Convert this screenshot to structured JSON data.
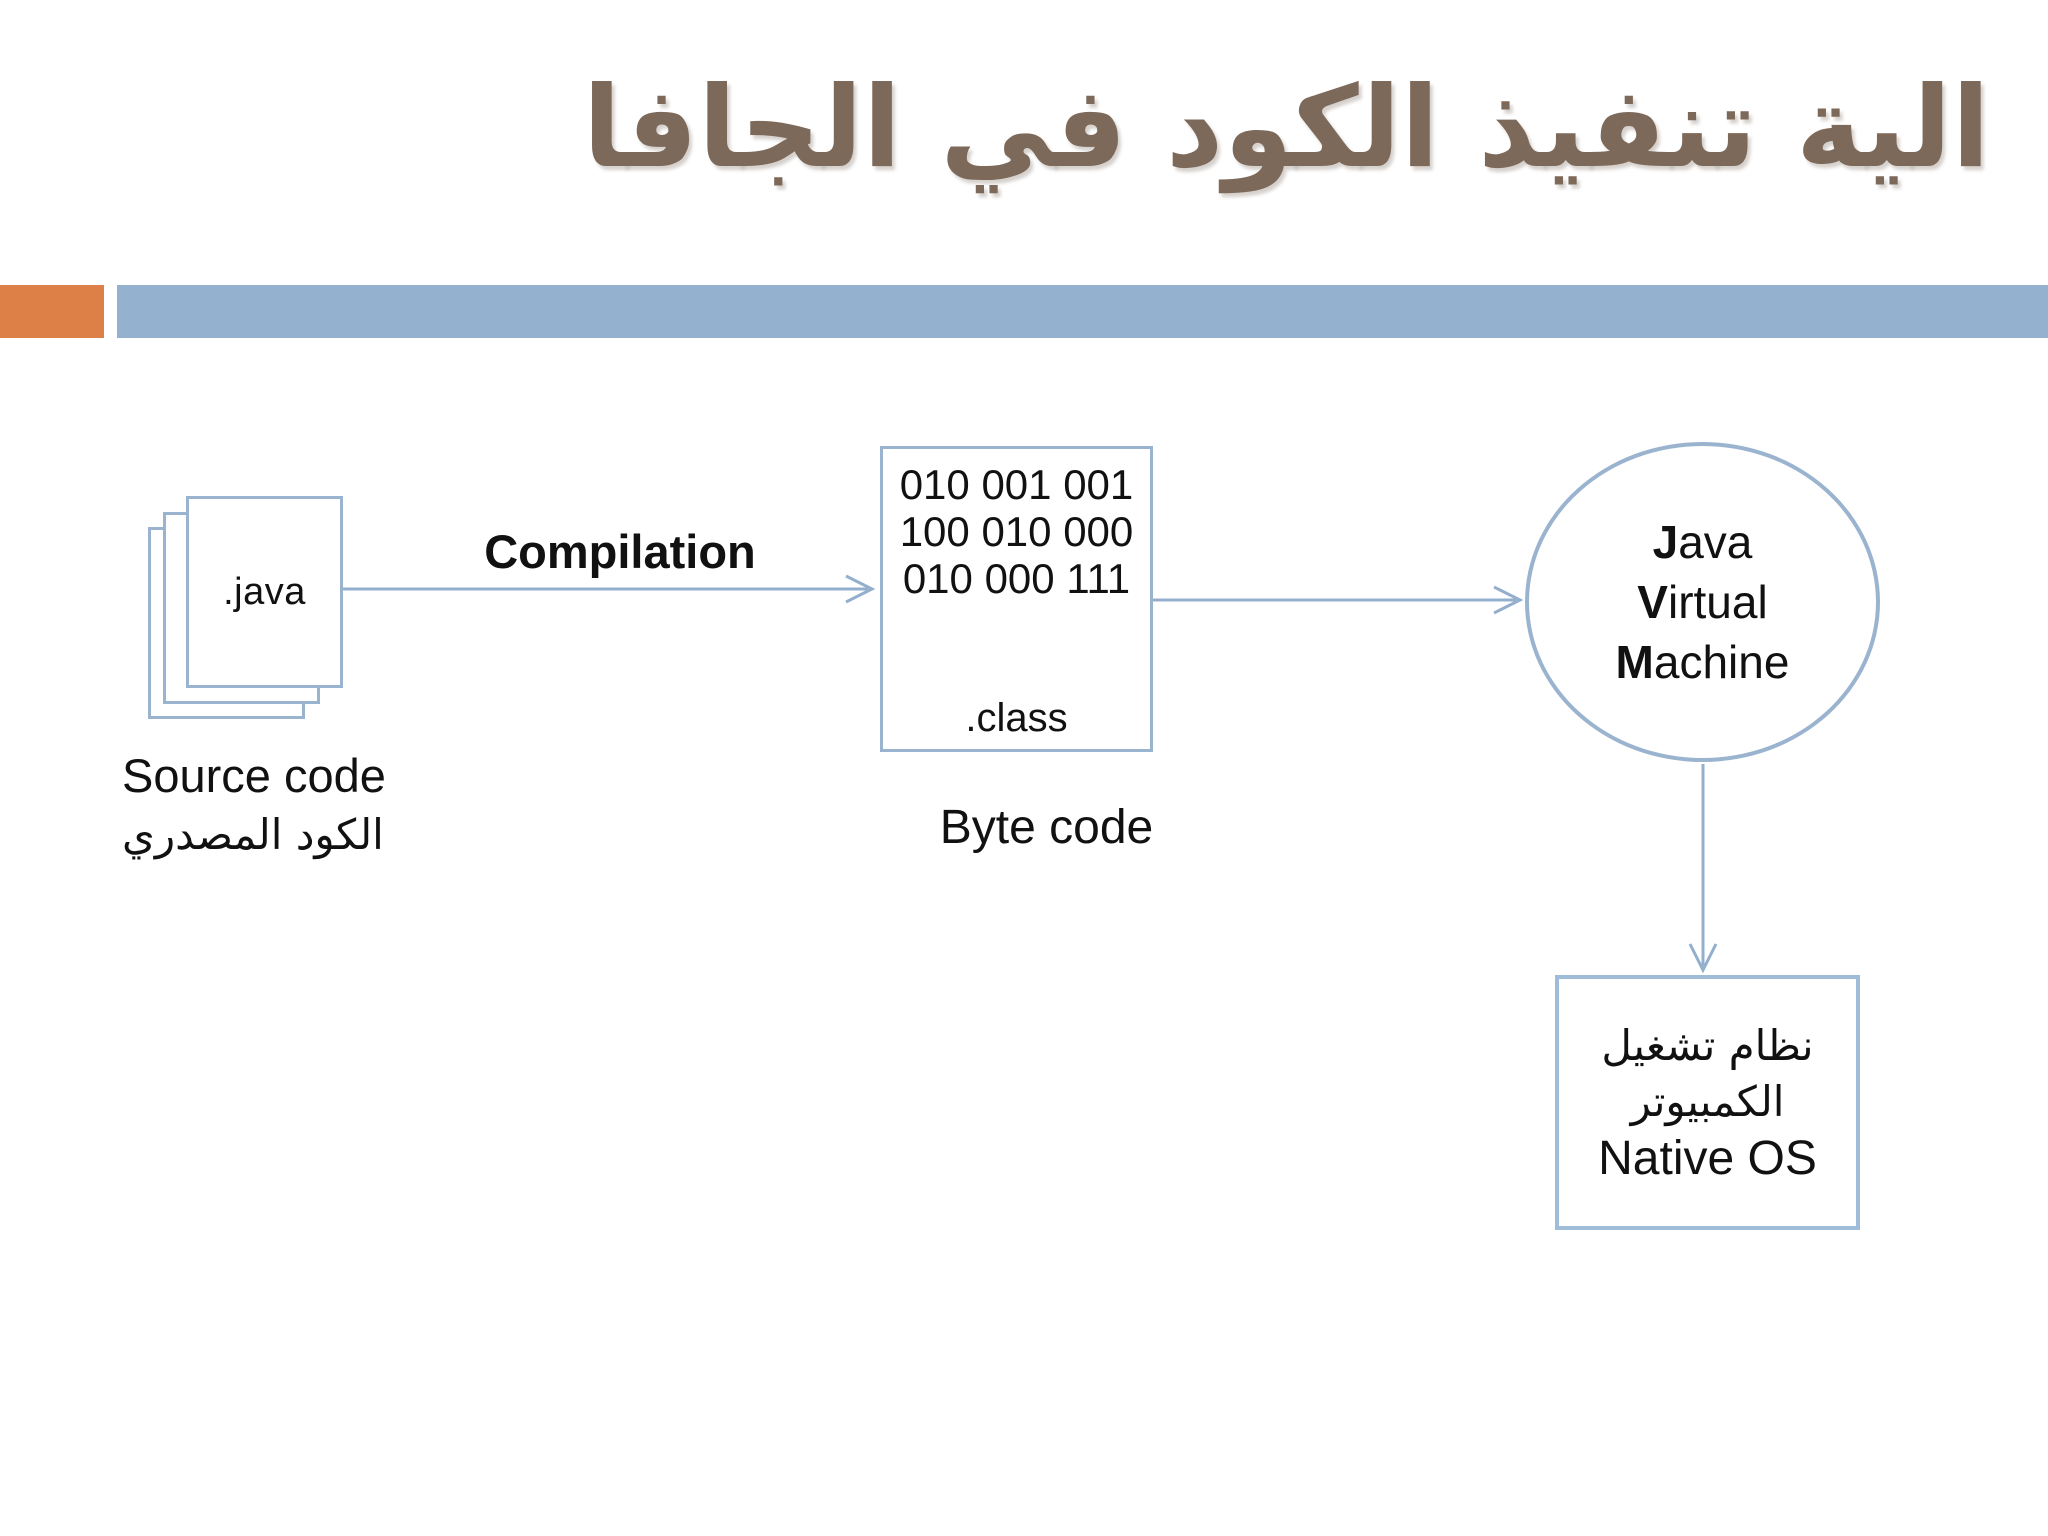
{
  "slide": {
    "title_ar": "الية تنفيذ الكود في الجافا"
  },
  "colors": {
    "accent_orange": "#dd8047",
    "band_blue": "#94b2d0",
    "stroke_blue": "#94afcd",
    "title_brown": "#7d695a"
  },
  "diagram": {
    "source": {
      "file_label": ".java",
      "caption_en": "Source code",
      "caption_ar": "الكود المصدري"
    },
    "compilation_label": "Compilation",
    "bytecode": {
      "binary_lines": "010 001 001\n100 010 000\n010 000 111",
      "file_label": ".class",
      "caption": "Byte code"
    },
    "jvm": {
      "line1_bold": "J",
      "line1_rest": "ava",
      "line2_bold": "V",
      "line2_rest": "irtual",
      "line3_bold": "M",
      "line3_rest": "achine"
    },
    "native_os": {
      "line1_ar": "نظام تشغيل",
      "line2_ar": "الكمبيوتر",
      "line3_en": "Native OS"
    }
  }
}
